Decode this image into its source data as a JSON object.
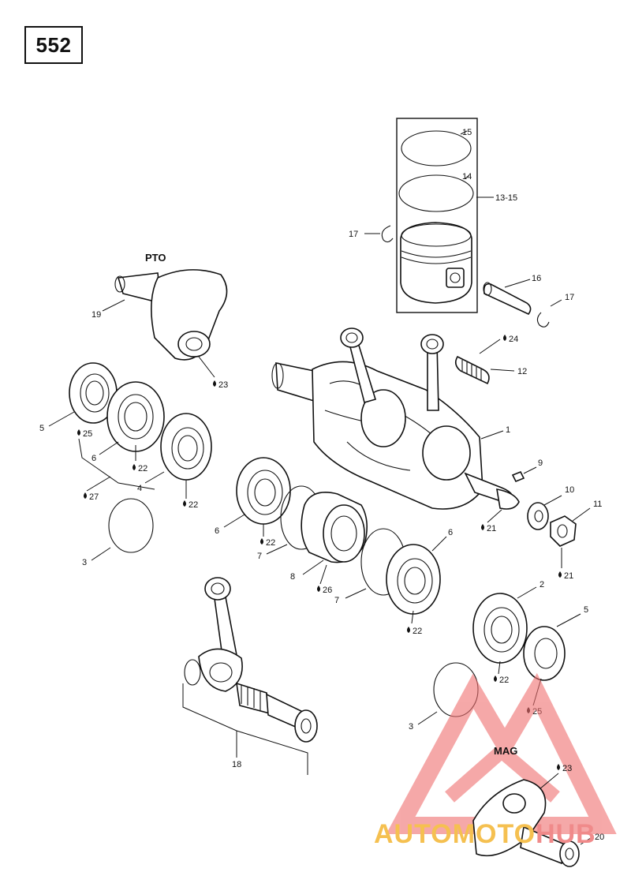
{
  "page_number": "552",
  "sections": {
    "pto": "PTO",
    "mag": "MAG"
  },
  "callouts": {
    "c1": "1",
    "c2": "2",
    "c3a": "3",
    "c3b": "3",
    "c4": "4",
    "c5a": "5",
    "c5b": "5",
    "c6a": "6",
    "c6b": "6",
    "c6c": "6",
    "c7a": "7",
    "c7b": "7",
    "c8": "8",
    "c9": "9",
    "c10": "10",
    "c11": "11",
    "c12": "12",
    "c13_15": "13-15",
    "c14": "14",
    "c15": "15",
    "c16": "16",
    "c17a": "17",
    "c17b": "17",
    "c18": "18",
    "c19": "19",
    "c20": "20"
  },
  "lube_marks": {
    "l21a": "21",
    "l21b": "21",
    "l22a": "22",
    "l22b": "22",
    "l22c": "22",
    "l22d": "22",
    "l22e": "22",
    "l23a": "23",
    "l23b": "23",
    "l24": "24",
    "l25a": "25",
    "l25b": "25",
    "l26": "26",
    "l27": "27"
  },
  "watermark": {
    "part1": "AUTOMOTO",
    "part2": "HUB"
  },
  "colors": {
    "line": "#111111",
    "watermark_red": "#f07070",
    "watermark_yellow": "#f5c050"
  }
}
